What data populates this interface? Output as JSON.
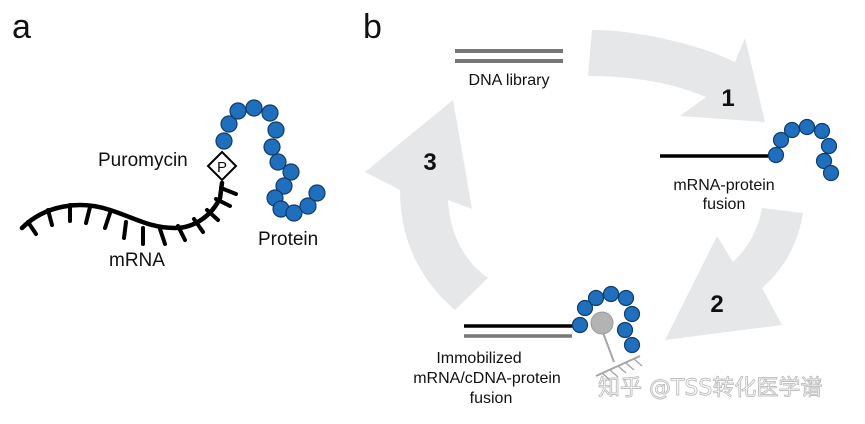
{
  "panels": {
    "a": {
      "label": "a",
      "puromycin_label": "Puromycin",
      "puromycin_symbol": "P",
      "protein_label": "Protein",
      "mrna_label": "mRNA"
    },
    "b": {
      "label": "b",
      "dna_library_label": "DNA library",
      "fusion_label_line1": "mRNA-protein",
      "fusion_label_line2": "fusion",
      "immobilized_line1": "Immobilized",
      "immobilized_line2": "mRNA/cDNA-protein",
      "immobilized_line3": "fusion",
      "steps": [
        "1",
        "2",
        "3"
      ]
    }
  },
  "colors": {
    "bead": "#1f6fbf",
    "bead_outline": "#103c6b",
    "arrow": "#e6e7e8",
    "dna_gray": "#777777",
    "target_gray": "#b3b3b3"
  },
  "watermark": "知乎 @TSS转化医学谱"
}
